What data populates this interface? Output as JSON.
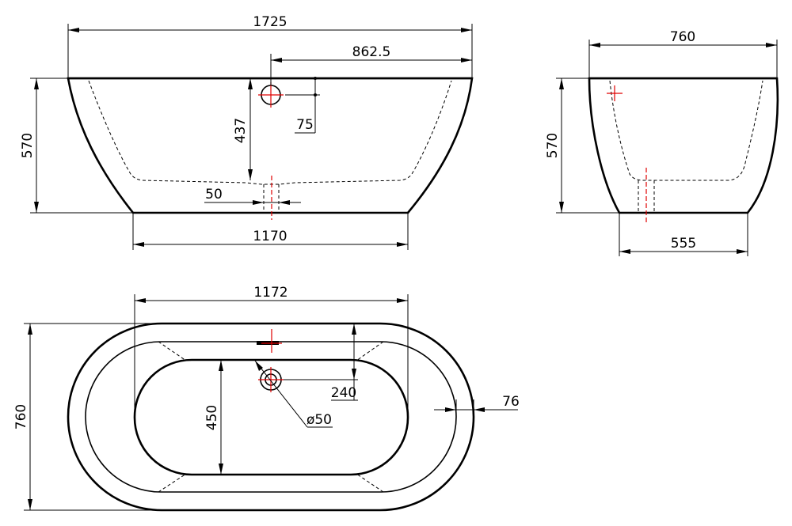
{
  "front_view": {
    "overall_length": "1725",
    "half_length": "862.5",
    "height": "570",
    "base_length": "1170",
    "drain_depth": "437",
    "overflow_offset": "75",
    "drain_diameter": "50"
  },
  "side_view": {
    "overall_width": "760",
    "height": "570",
    "base_width": "555"
  },
  "top_view": {
    "straight_length": "1172",
    "overall_width": "760",
    "inner_width": "450",
    "overflow_distance": "240",
    "drain_diameter": "ø50",
    "rim_width": "76"
  }
}
